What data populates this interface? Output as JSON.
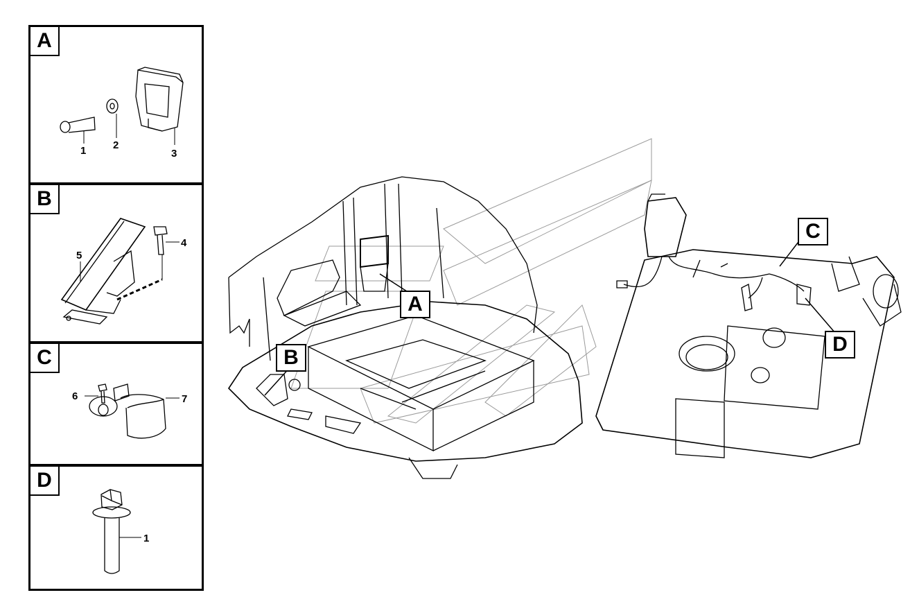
{
  "panels": {
    "a": {
      "tag": "A",
      "labels": [
        "1",
        "2",
        "3"
      ]
    },
    "b": {
      "tag": "B",
      "labels": [
        "4",
        "5"
      ]
    },
    "c": {
      "tag": "C",
      "labels": [
        "6",
        "7"
      ]
    },
    "d": {
      "tag": "D",
      "labels": [
        "1"
      ]
    }
  },
  "callouts": {
    "a": "A",
    "b": "B",
    "c": "C",
    "d": "D"
  }
}
